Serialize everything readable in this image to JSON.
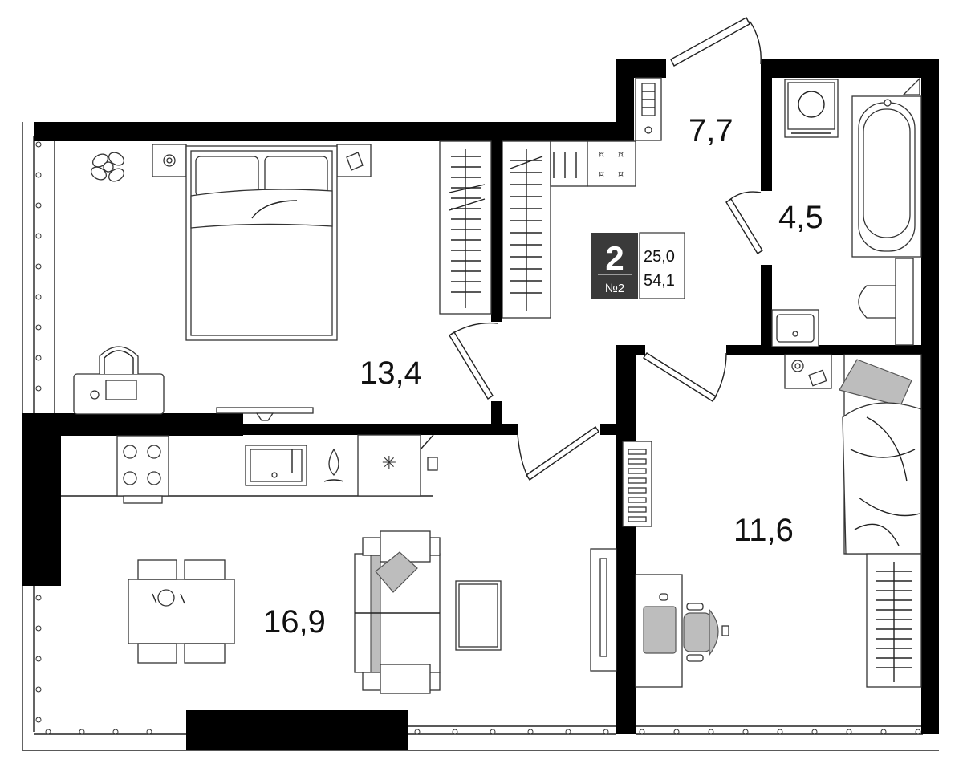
{
  "apartment": {
    "rooms_count": "2",
    "number": "№2",
    "living_area": "25,0",
    "total_area": "54,1"
  },
  "rooms": [
    {
      "id": "bedroom",
      "area": "13,4"
    },
    {
      "id": "hall",
      "area": "7,7"
    },
    {
      "id": "bathroom",
      "area": "4,5"
    },
    {
      "id": "kitchen-living",
      "area": "16,9"
    },
    {
      "id": "second-bedroom",
      "area": "11,6"
    }
  ],
  "colors": {
    "walls": "#000000",
    "badge": "#3a3a3a",
    "furniture_fill": "#bdbdbd"
  }
}
